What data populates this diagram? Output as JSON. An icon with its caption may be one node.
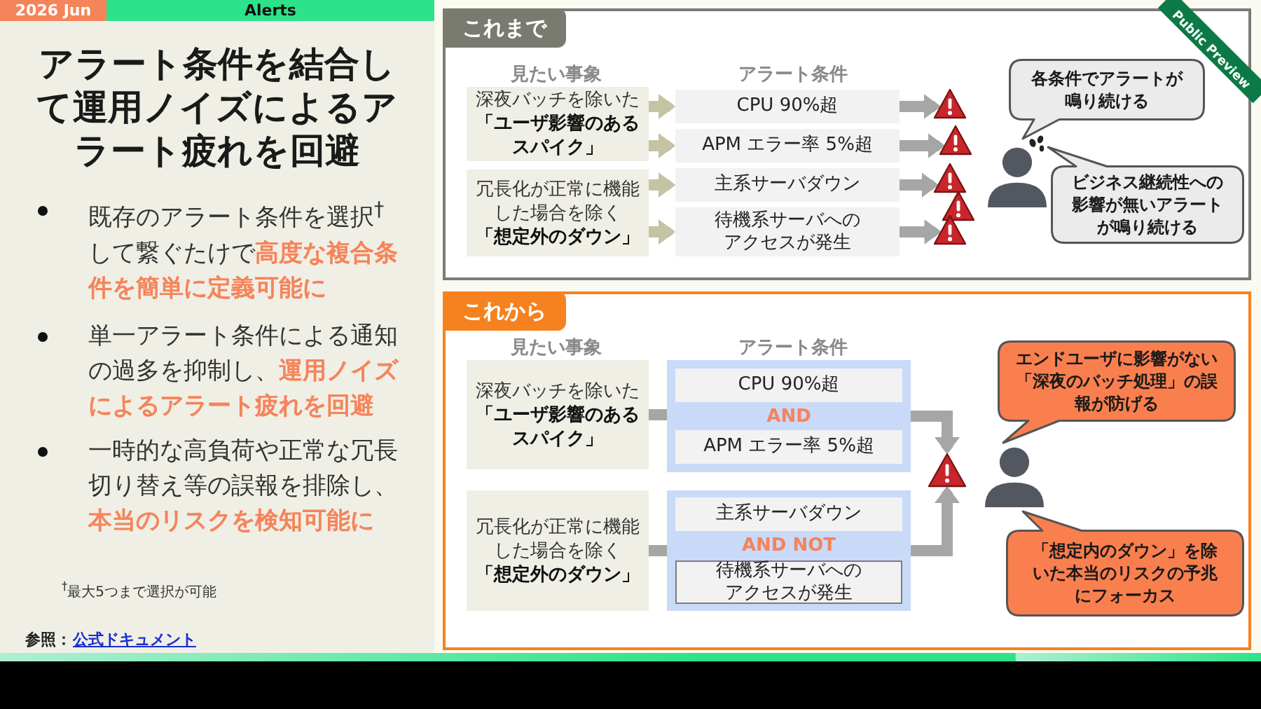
{
  "diagram": {
    "title": "アラート条件を結合して運用ノイズによるアラート疲れを回避",
    "nodes": [
      {
        "text": [
          "これまで"
        ]
      },
      {
        "text": [
          "深夜バッチを除いた**「ユーザ影響のあるスパイク」**"
        ],
        "in": 0
      },
      {
        "text": [
          "CPU 90%超"
        ],
        "in": 0
      },
      {
        "text": [
          "APM エラー率 5%超"
        ],
        "in": 0
      },
      {
        "text": [
          "冗長化が正常に機能した場合を除く**「想定外のダウン」**"
        ],
        "in": 0
      },
      {
        "text": [
          "主系サーバダウン"
        ],
        "in": 0
      },
      {
        "text": [
          "待機系サーバへのアクセスが発生"
        ],
        "in": 0
      },
      {
        "text": [],
        "shape": "triangle",
        "in": 0
      },
      {
        "text": [],
        "shape": "triangle",
        "in": 0
      },
      {
        "text": [],
        "shape": "triangle",
        "in": 0
      },
      {
        "text": [],
        "shape": "triangle",
        "in": 0
      },
      {
        "text": [],
        "shape": "triangle",
        "in": 0
      },
      {
        "text": [],
        "shape": "person",
        "in": 0
      },
      {
        "text": [
          "各条件でアラートが鳴り続ける"
        ],
        "in": 0
      },
      {
        "text": [
          "ビジネス継続性への影響が無いアラートが鳴り続ける"
        ],
        "in": 0
      },
      {
        "text": [
          "これから"
        ]
      },
      {
        "text": [
          "深夜バッチを除いた**「ユーザ影響のあるスパイク」**"
        ],
        "in": 15
      },
      {
        "text": [
          "AND"
        ],
        "in": 15
      },
      {
        "text": [
          "CPU 90%超"
        ],
        "in": 17
      },
      {
        "text": [
          "APM エラー率 5%超"
        ],
        "in": 17
      },
      {
        "text": [
          "冗長化が正常に機能した場合を除く**「想定外のダウン」**"
        ],
        "in": 15
      },
      {
        "text": [
          "AND NOT"
        ],
        "in": 15
      },
      {
        "text": [
          "主系サーバダウン"
        ],
        "in": 21
      },
      {
        "text": [
          "待機系サーバへのアクセスが発生"
        ],
        "in": 21
      },
      {
        "text": [],
        "shape": "triangle",
        "in": 15
      },
      {
        "text": [],
        "shape": "person",
        "in": 15
      },
      {
        "text": [
          "エンドユーザに影響がない「深夜のバッチ処理」の誤報が防げる"
        ],
        "in": 15
      },
      {
        "text": [
          "「想定内のダウン」を除いた本当のリスクの予兆にフォーカス"
        ],
        "in": 15
      }
    ],
    "edges": [
      {
        "from": 1,
        "to": 2,
        "arrow": "to",
        "color": "#c4c4a4"
      },
      {
        "from": 1,
        "to": 3,
        "arrow": "to",
        "color": "#c4c4a4"
      },
      {
        "from": 4,
        "to": 5,
        "arrow": "to",
        "color": "#c4c4a4"
      },
      {
        "from": 4,
        "to": 6,
        "arrow": "to",
        "color": "#c4c4a4"
      },
      {
        "from": 2,
        "to": 7,
        "arrow": "to"
      },
      {
        "from": 3,
        "to": 8,
        "arrow": "to"
      },
      {
        "from": 5,
        "to": 9,
        "arrow": "to"
      },
      {
        "from": 6,
        "to": 11,
        "arrow": "to"
      },
      {
        "from": 16,
        "to": 17,
        "arrow": "none"
      },
      {
        "from": 17,
        "to": 24,
        "arrow": "to"
      },
      {
        "from": 20,
        "to": 21,
        "arrow": "none"
      },
      {
        "from": 21,
        "to": 24,
        "arrow": "to"
      }
    ],
    "labels": [
      "2026 Jun",
      "Alerts",
      "既存のアラート条件を選択$^{†}$して繋ぐたけで**高度な複合条件を簡単に定義可能に**",
      "単一アラート条件による通知の過多を抑制し、**運用ノイズによるアラート疲れを回避**",
      "一時的な高負荷や正常な冗長切り替え等の誤報を排除し、**本当のリスクを検知可能に**",
      "$^{†}$最大5つまで選択が可能",
      "参照：",
      "公式ドキュメント",
      "Public Preview",
      "見たい事象",
      "アラート条件",
      "見たい事象",
      "アラート条件"
    ]
  }
}
